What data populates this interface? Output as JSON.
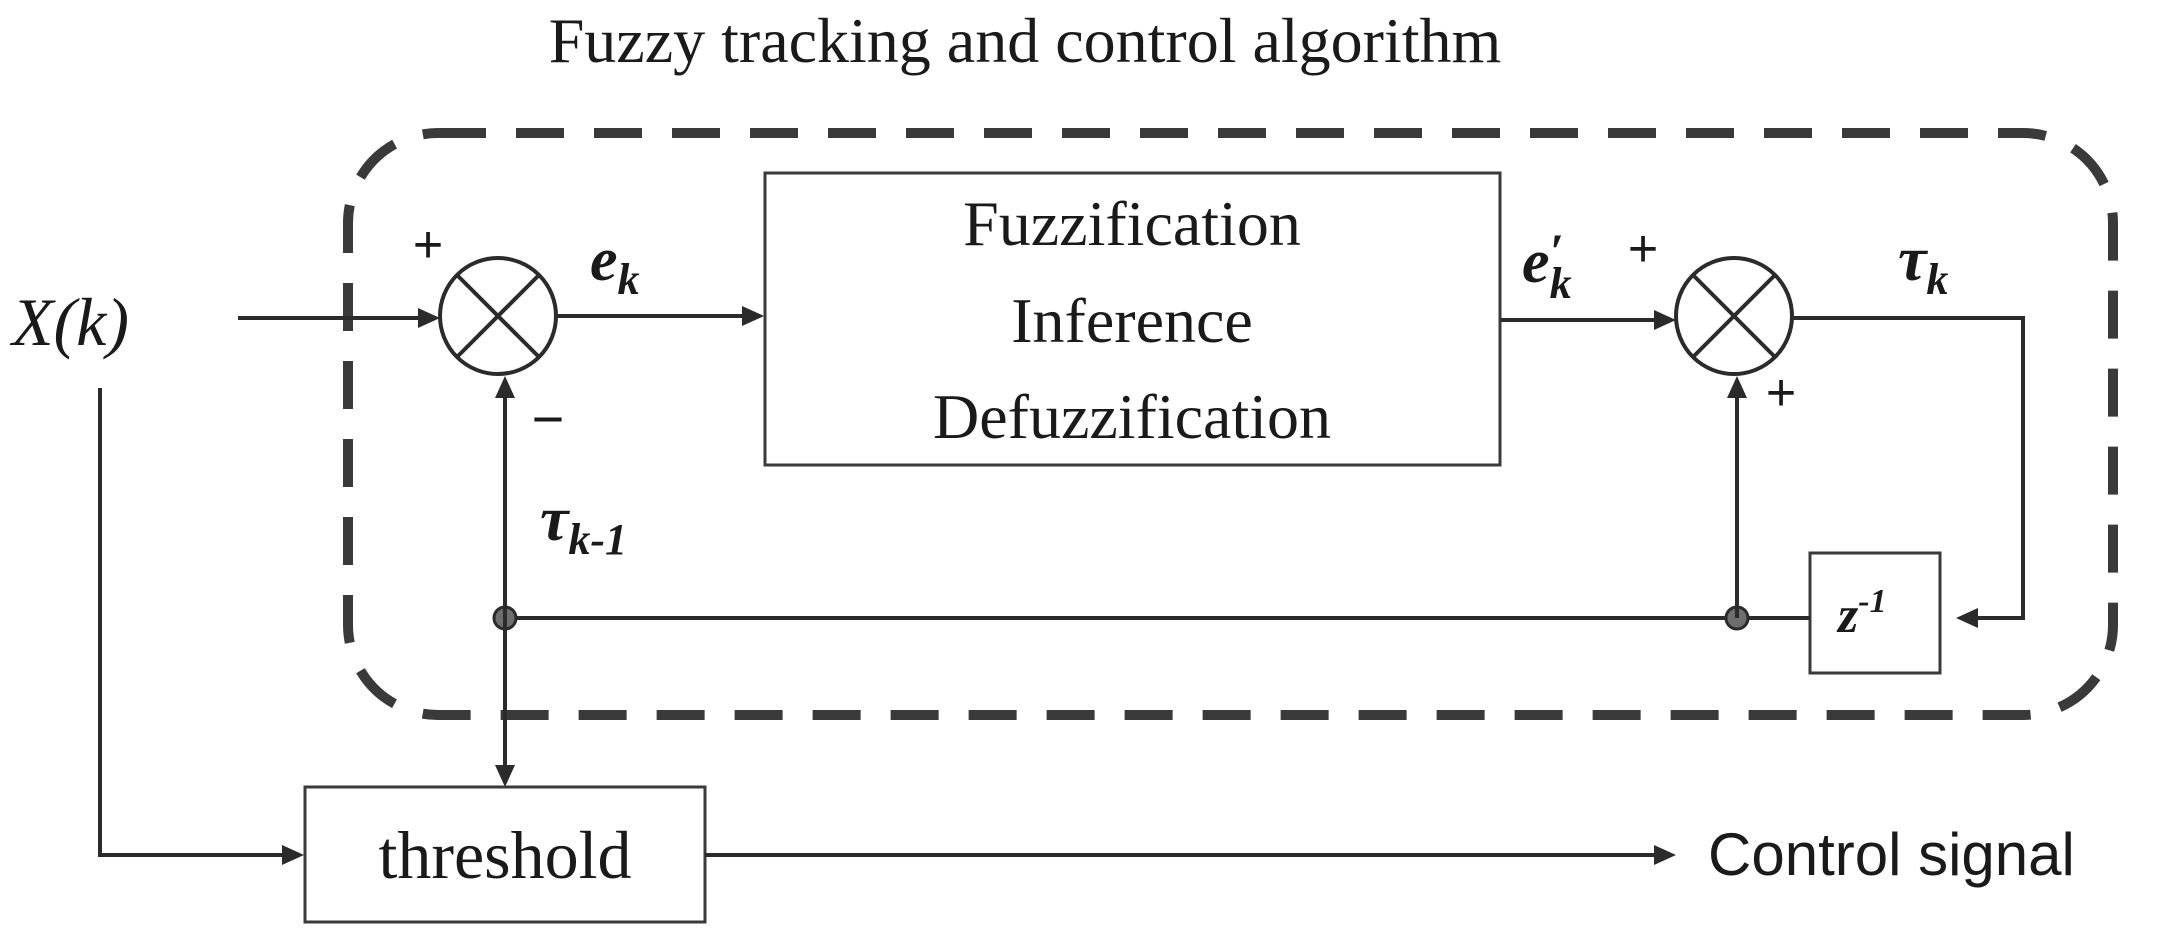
{
  "title": "Fuzzy tracking and control algorithm",
  "input_label": "X(k)",
  "output_label": "Control signal",
  "fuzzy_block": {
    "line1": "Fuzzification",
    "line2": "Inference",
    "line3": "Defuzzification"
  },
  "threshold_label": "threshold",
  "delay_block": {
    "base": "z",
    "exp": "-1"
  },
  "signals": {
    "error": {
      "base": "e",
      "sub": "k"
    },
    "error_out": {
      "base": "e",
      "prime": "′",
      "sub": "k"
    },
    "tau_k": {
      "base": "τ",
      "sub": "k"
    },
    "tau_prev": {
      "base": "τ",
      "sub": "k-1"
    }
  },
  "signs": {
    "sum1_plus": "+",
    "sum1_minus": "−",
    "sum2_plus_top": "+",
    "sum2_plus_bottom": "+"
  }
}
